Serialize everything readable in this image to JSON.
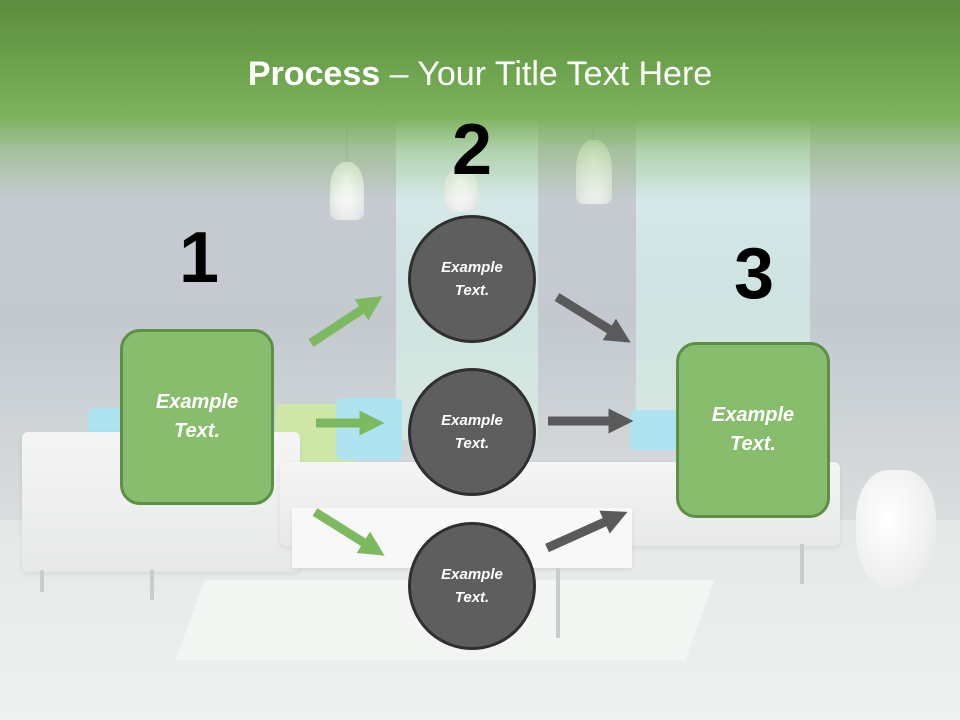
{
  "slide": {
    "title_bold": "Process",
    "title_rest": " – Your Title Text Here"
  },
  "steps": {
    "step1": {
      "number": "1",
      "box_text": "Example\nText."
    },
    "step2": {
      "number": "2",
      "circles": [
        "Example\nText.",
        "Example\nText.",
        "Example\nText."
      ]
    },
    "step3": {
      "number": "3",
      "box_text": "Example\nText."
    }
  },
  "colors": {
    "header_green": "#6fa64f",
    "box_fill": "#87bd6c",
    "box_border": "#5e8f47",
    "circle_fill": "#5e5e5e",
    "circle_border": "#2f2f2f",
    "arrow_green": "#7dba5f",
    "arrow_gray": "#5a5a5a"
  }
}
